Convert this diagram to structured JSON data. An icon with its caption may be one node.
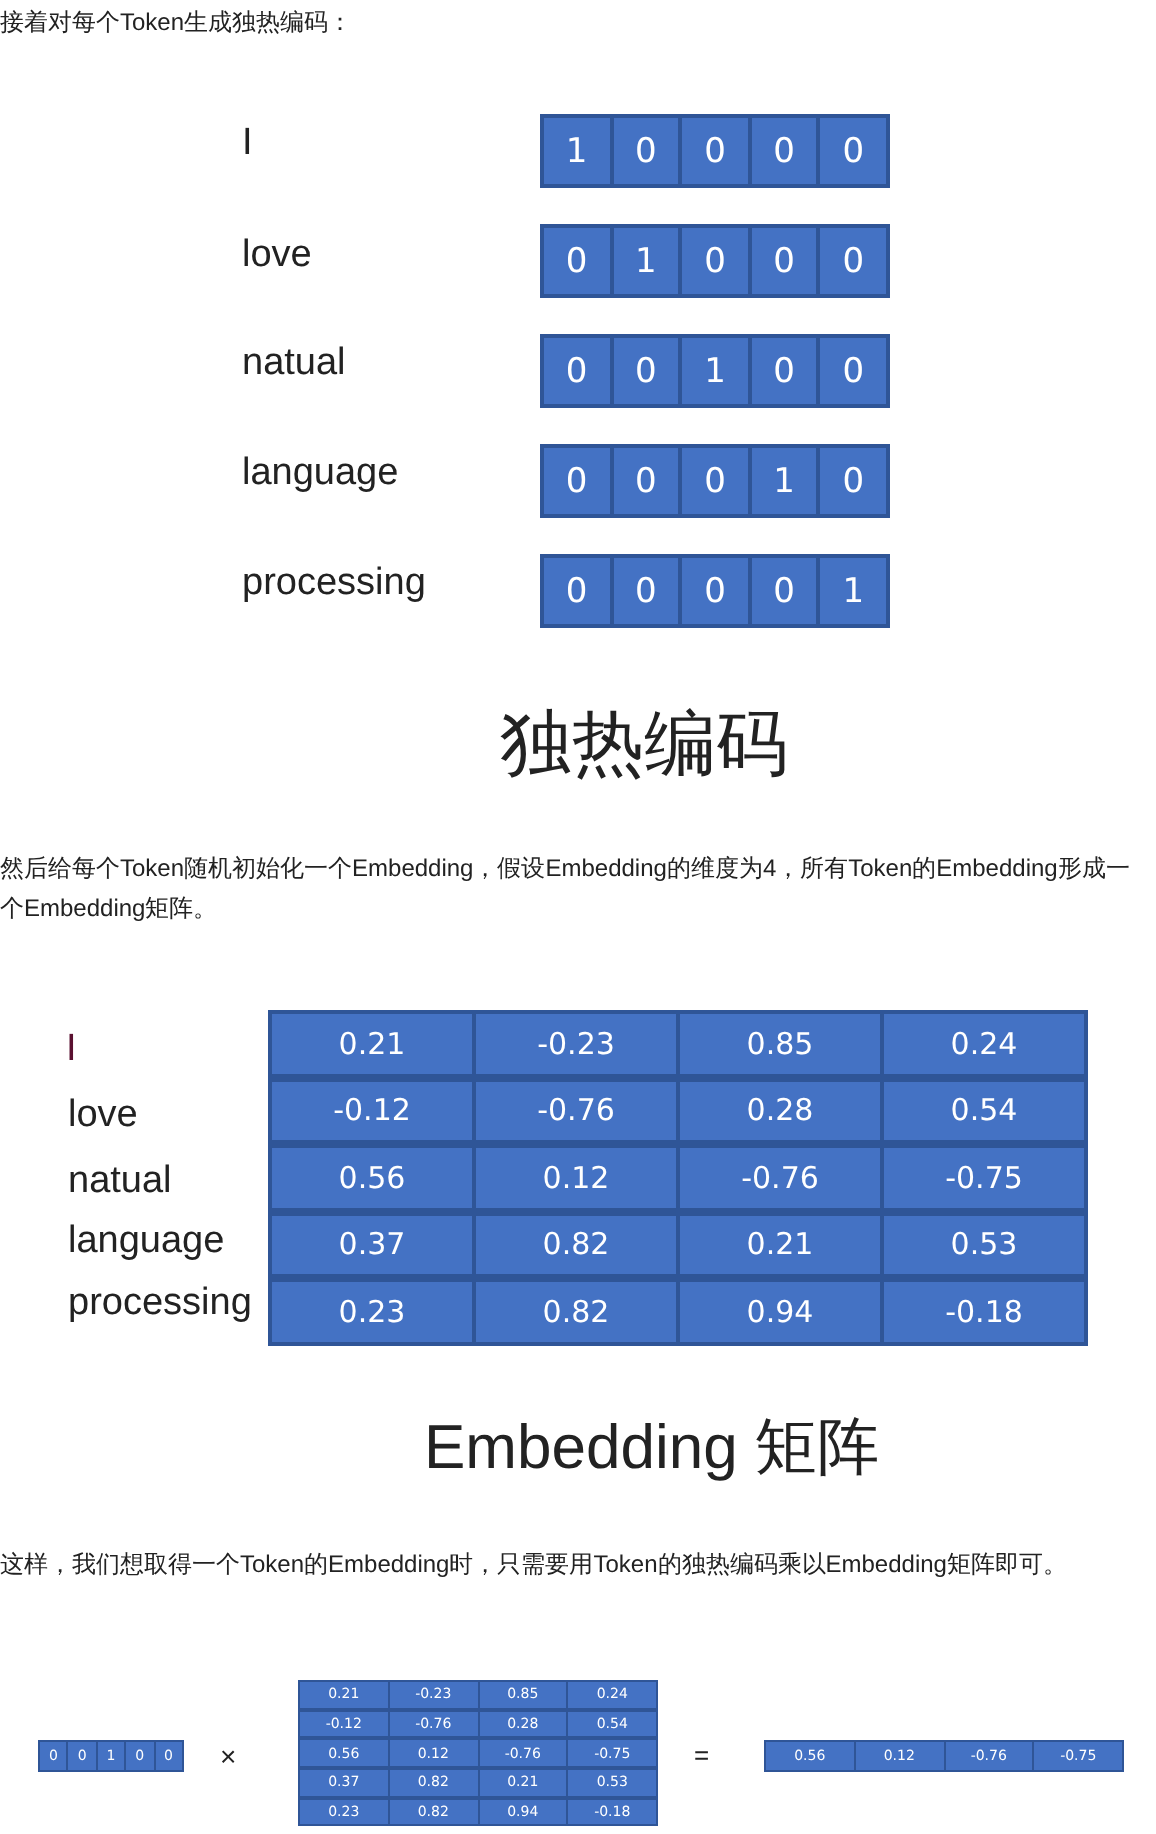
{
  "diagram": {
    "nodes": [
      {
        "text": [
          "1"
        ]
      },
      {
        "text": [
          "0"
        ]
      },
      {
        "text": [
          "0"
        ]
      },
      {
        "text": [
          "0"
        ]
      },
      {
        "text": [
          "0"
        ]
      },
      {
        "text": [
          "0"
        ]
      },
      {
        "text": [
          "1"
        ]
      },
      {
        "text": [
          "0"
        ]
      },
      {
        "text": [
          "0"
        ]
      },
      {
        "text": [
          "0"
        ]
      },
      {
        "text": [
          "0"
        ]
      },
      {
        "text": [
          "0"
        ]
      },
      {
        "text": [
          "1"
        ]
      },
      {
        "text": [
          "0"
        ]
      },
      {
        "text": [
          "0"
        ]
      },
      {
        "text": [
          "0"
        ]
      },
      {
        "text": [
          "0"
        ]
      },
      {
        "text": [
          "0"
        ]
      },
      {
        "text": [
          "1"
        ]
      },
      {
        "text": [
          "0"
        ]
      },
      {
        "text": [
          "0"
        ]
      },
      {
        "text": [
          "0"
        ]
      },
      {
        "text": [
          "0"
        ]
      },
      {
        "text": [
          "0"
        ]
      },
      {
        "text": [
          "1"
        ]
      },
      {
        "text": [
          "0.21"
        ]
      },
      {
        "text": [
          "-0.23"
        ]
      },
      {
        "text": [
          "0.85"
        ]
      },
      {
        "text": [
          "0.24"
        ]
      },
      {
        "text": [
          "-0.12"
        ]
      },
      {
        "text": [
          "-0.76"
        ]
      },
      {
        "text": [
          "0.28"
        ]
      },
      {
        "text": [
          "0.54"
        ]
      },
      {
        "text": [
          "0.56"
        ]
      },
      {
        "text": [
          "0.12"
        ]
      },
      {
        "text": [
          "-0.76"
        ]
      },
      {
        "text": [
          "-0.75"
        ]
      },
      {
        "text": [
          "0.37"
        ]
      },
      {
        "text": [
          "0.82"
        ]
      },
      {
        "text": [
          "0.21"
        ]
      },
      {
        "text": [
          "0.53"
        ]
      },
      {
        "text": [
          "0.23"
        ]
      },
      {
        "text": [
          "0.82"
        ]
      },
      {
        "text": [
          "0.94"
        ]
      },
      {
        "text": [
          "-0.18"
        ]
      },
      {
        "text": [
          "0"
        ]
      },
      {
        "text": [
          "0"
        ]
      },
      {
        "text": [
          "1"
        ]
      },
      {
        "text": [
          "0"
        ]
      },
      {
        "text": [
          "0"
        ]
      },
      {
        "text": [
          "0.21"
        ]
      },
      {
        "text": [
          "-0.23"
        ]
      },
      {
        "text": [
          "0.85"
        ]
      },
      {
        "text": [
          "0.24"
        ]
      },
      {
        "text": [
          "-0.12"
        ]
      },
      {
        "text": [
          "-0.76"
        ]
      },
      {
        "text": [
          "0.28"
        ]
      },
      {
        "text": [
          "0.54"
        ]
      },
      {
        "text": [
          "0.56"
        ]
      },
      {
        "text": [
          "0.12"
        ]
      },
      {
        "text": [
          "-0.76"
        ]
      },
      {
        "text": [
          "-0.75"
        ]
      },
      {
        "text": [
          "0.37"
        ]
      },
      {
        "text": [
          "0.82"
        ]
      },
      {
        "text": [
          "0.21"
        ]
      },
      {
        "text": [
          "0.53"
        ]
      },
      {
        "text": [
          "0.23"
        ]
      },
      {
        "text": [
          "0.82"
        ]
      },
      {
        "text": [
          "0.94"
        ]
      },
      {
        "text": [
          "-0.18"
        ]
      },
      {
        "text": [
          "0.56"
        ]
      },
      {
        "text": [
          "0.12"
        ]
      },
      {
        "text": [
          "-0.76"
        ]
      },
      {
        "text": [
          "-0.75"
        ]
      }
    ],
    "labels": [
      "接着对每个Token生成独热编码：",
      "I",
      "love",
      "natual",
      "language",
      "processing",
      "独热编码",
      "然后给每个Token随机初始化一个Embedding，假设Embedding的维度为4，所有Token的Embedding形成一个Embedding矩阵。",
      "I",
      "love",
      "natual",
      "language",
      "processing",
      "Embedding 矩阵",
      "这样，我们想取得一个Token的Embedding时，只需要用Token的独热编码乘以Embedding矩阵即可。",
      "×",
      "="
    ]
  }
}
